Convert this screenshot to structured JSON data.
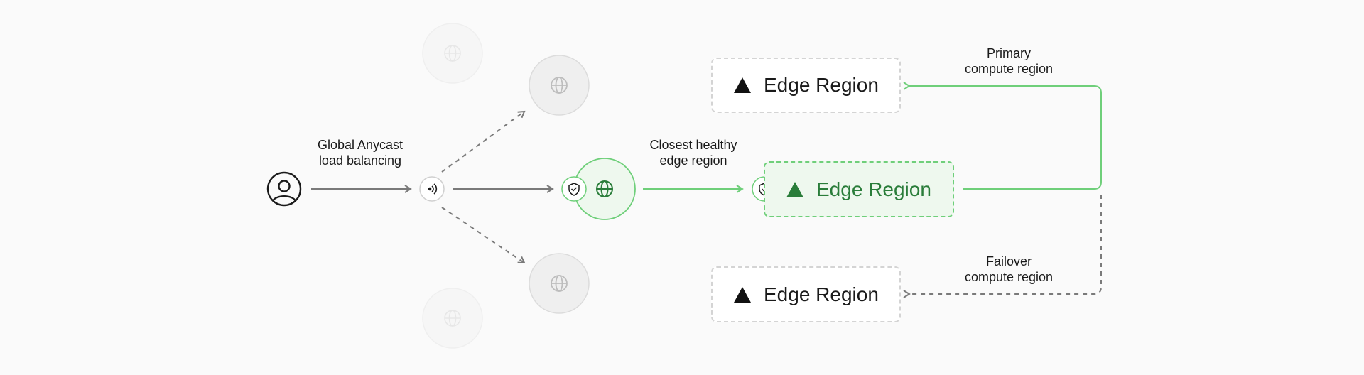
{
  "labels": {
    "anycast_line1": "Global Anycast",
    "anycast_line2": "load balancing",
    "closest_line1": "Closest healthy",
    "closest_line2": "edge region",
    "primary_line1": "Primary",
    "primary_line2": "compute region",
    "failover_line1": "Failover",
    "failover_line2": "compute region"
  },
  "regions": {
    "top": "Edge Region",
    "middle": "Edge Region",
    "bottom": "Edge Region"
  },
  "colors": {
    "accent_green": "#6fcf7a",
    "accent_green_dark": "#2a7d3a",
    "line_gray": "#7a7a7a",
    "node_gray": "#efefef"
  },
  "icons": [
    "user-icon",
    "signal-icon",
    "globe-icon",
    "shield-check-icon",
    "triangle-icon"
  ]
}
